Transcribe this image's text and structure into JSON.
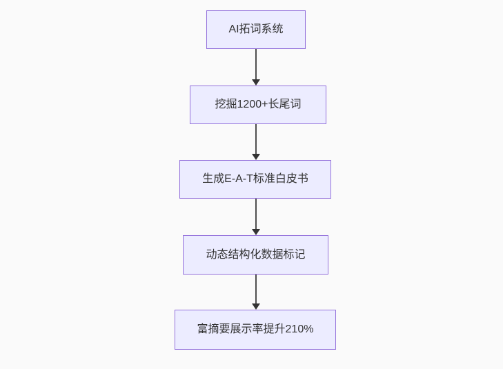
{
  "diagram": {
    "type": "flowchart",
    "direction": "top-down",
    "colors": {
      "background": "#fafafa",
      "node_fill": "#ececff",
      "node_border": "#9370db",
      "text": "#333333",
      "arrow": "#333333"
    },
    "nodes": [
      {
        "id": "A",
        "label": "AI拓词系统"
      },
      {
        "id": "B",
        "label": "挖掘1200+长尾词"
      },
      {
        "id": "C",
        "label": "生成E-A-T标准白皮书"
      },
      {
        "id": "D",
        "label": "动态结构化数据标记"
      },
      {
        "id": "E",
        "label": "富摘要展示率提升210%"
      }
    ],
    "edges": [
      {
        "from": "A",
        "to": "B"
      },
      {
        "from": "B",
        "to": "C"
      },
      {
        "from": "C",
        "to": "D"
      },
      {
        "from": "D",
        "to": "E"
      }
    ]
  }
}
